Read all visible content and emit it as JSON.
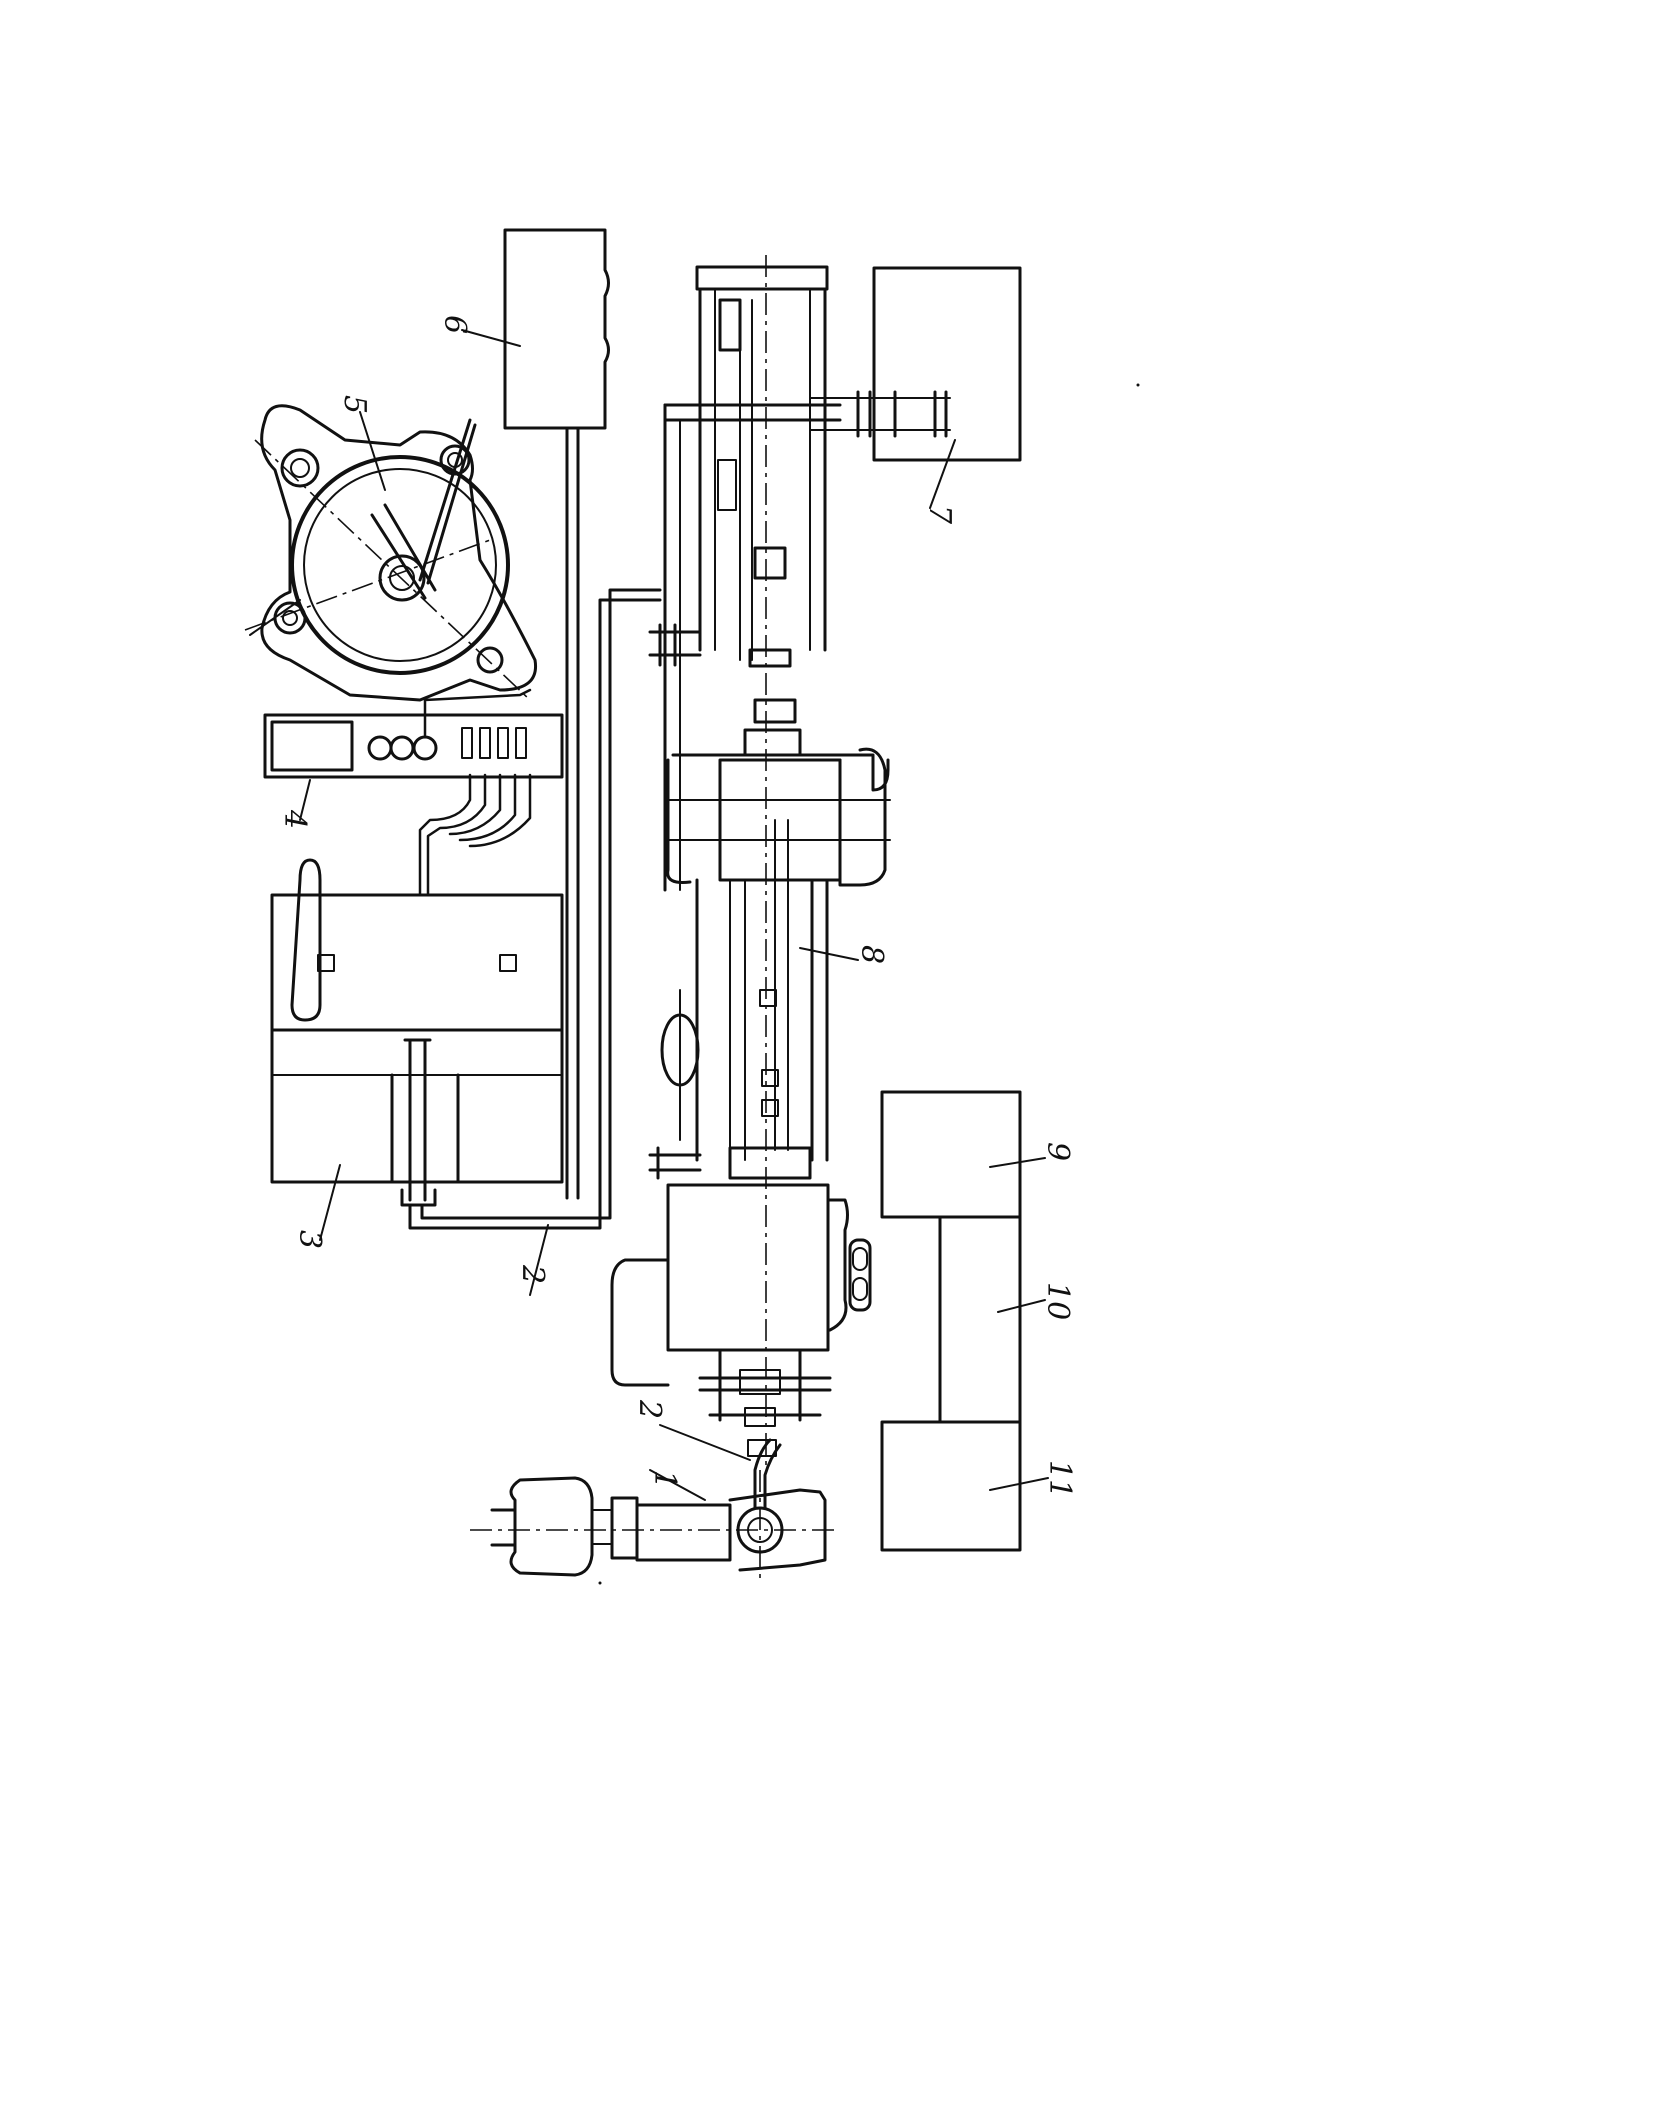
{
  "callouts": [
    "1",
    "2",
    "2",
    "3",
    "4",
    "5",
    "6",
    "7",
    "8",
    "9",
    "10",
    "11"
  ]
}
